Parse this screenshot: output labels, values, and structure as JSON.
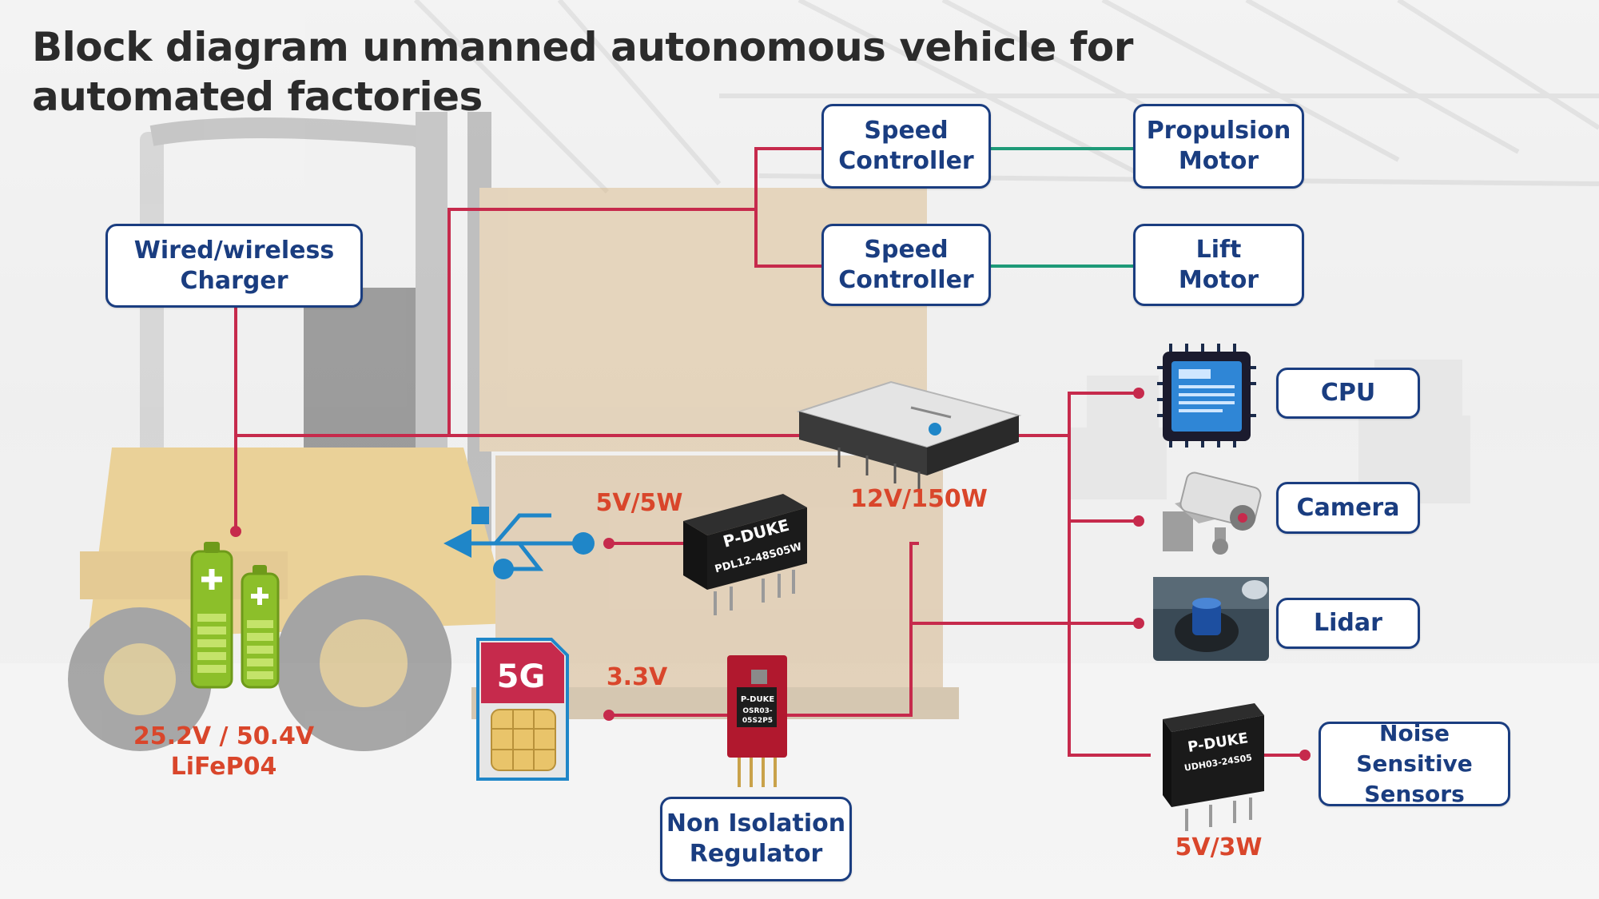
{
  "title": "Block diagram unmanned autonomous vehicle for automated factories",
  "boxes": {
    "speed_controller_1": "Speed\nController",
    "speed_controller_2": "Speed\nController",
    "propulsion_motor": "Propulsion\nMotor",
    "lift_motor": "Lift\nMotor",
    "charger": "Wired/wireless\nCharger",
    "cpu": "CPU",
    "camera": "Camera",
    "lidar": "Lidar",
    "noise_sensors": "Noise Sensitive\nSensors",
    "non_isolation_regulator": "Non Isolation\nRegulator"
  },
  "labels": {
    "battery": "25.2V / 50.4V",
    "battery_type": "LiFeP04",
    "converter_main": "12V/150W",
    "converter_5v5w": "5V/5W",
    "converter_33v": "3.3V",
    "converter_5v3w": "5V/3W"
  },
  "parts": {
    "pdl_brand": "P-DUKE",
    "pdl_model": "PDL12-48S05W",
    "osr_brand": "P-DUKE",
    "osr_model_1": "OSR03-",
    "osr_model_2": "05S2P5",
    "udh_brand": "P-DUKE",
    "udh_model": "UDH03-24S05",
    "sim_label": "5G"
  },
  "colors": {
    "power_line": "#c62a4c",
    "motor_line": "#1e9a78",
    "box_border": "#1a3d80",
    "label_red": "#d9462b",
    "usb_blue": "#1f86c8"
  },
  "icons": [
    "usb-icon",
    "sim-card-icon",
    "cpu-chip-icon",
    "camera-icon",
    "lidar-icon",
    "battery-icon"
  ]
}
